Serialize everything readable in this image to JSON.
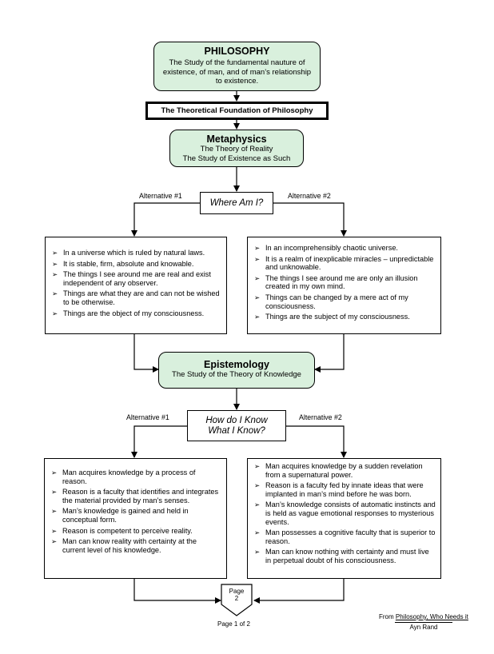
{
  "philosophy": {
    "title": "PHILOSOPHY",
    "description": "The Study of the fundamental nauture of existence, of man, and of man’s relationship to existence."
  },
  "foundation": {
    "label": "The Theoretical Foundation of Philosophy"
  },
  "metaphysics": {
    "title": "Metaphysics",
    "line1": "The Theory of Reality",
    "line2": "The Study of Existence as Such",
    "question": "Where Am I?",
    "alt1_label": "Alternative #1",
    "alt2_label": "Alternative #2",
    "alt1_items": [
      "In a universe which is ruled by natural laws.",
      "It is stable, firm, absolute and knowable.",
      "The things I see around me are real and exist independent of any observer.",
      "Things are what they are and can not be wished to be otherwise.",
      "Things are the object of my consciousness."
    ],
    "alt2_items": [
      "In an incomprehensibly chaotic universe.",
      "It is a realm of inexplicable miracles – unpredictable and unknowable.",
      "The things I see around me are only an illusion created in my own mind.",
      "Things can be changed by a mere act of my consciousness.",
      "Things are the subject of my consciousness."
    ]
  },
  "epistemology": {
    "title": "Epistemology",
    "line1": "The Study of the Theory of Knowledge",
    "question_line1": "How do I Know",
    "question_line2": "What I Know?",
    "alt1_label": "Alternative #1",
    "alt2_label": "Alternative #2",
    "alt1_items": [
      "Man acquires knowledge by a process of reason.",
      "Reason is a faculty that identifies and integrates the material provided by man’s senses.",
      "Man’s knowledge is gained and held in conceptual form.",
      "Reason is competent to perceive reality.",
      "Man can know reality with certainty at the current level of his knowledge."
    ],
    "alt2_items": [
      "Man acquires knowledge by a sudden revelation from a supernatural power.",
      "Reason is a faculty fed by innate ideas that were implanted in man’s mind before he was born.",
      "Man’s knowledge consists of automatic instincts and is held as vague emotional responses to mysterious events.",
      "Man possesses a cognitive faculty that is superior to reason.",
      "Man can know nothing with certainty and must live in perpetual doubt of his consciousness."
    ]
  },
  "connector": {
    "line1": "Page",
    "line2": "2"
  },
  "footer": {
    "page_label": "Page 1 of 2",
    "source_prefix": "From ",
    "source_title": "Philosophy, Who Needs it",
    "author": "Ayn Rand"
  }
}
